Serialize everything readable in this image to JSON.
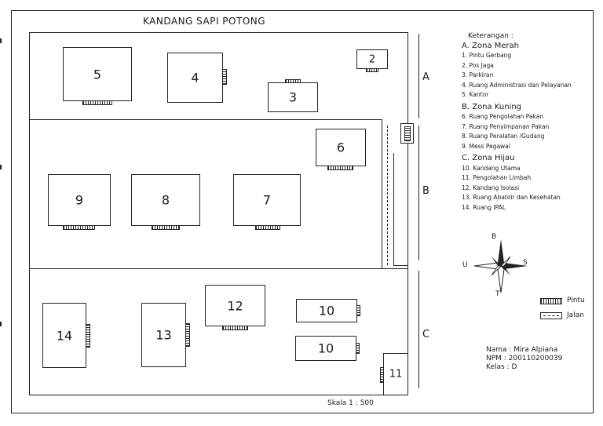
{
  "title": "KANDANG SAPI POTONG",
  "zones": {
    "a": "A",
    "b": "B",
    "c": "C"
  },
  "buildings": {
    "b2": "2",
    "b3": "3",
    "b4": "4",
    "b5": "5",
    "b6": "6",
    "b7": "7",
    "b8": "8",
    "b9": "9",
    "b10a": "10",
    "b10b": "10",
    "b11": "11",
    "b12": "12",
    "b13": "13",
    "b14": "14"
  },
  "legend": {
    "heading": "Keterangan :",
    "zone_a": "A. Zona Merah",
    "a_items": [
      "1. Pintu Gerbang",
      "2. Pos Jaga",
      "3. Parkiran",
      "4. Ruang Administrasi dan Pelayanan",
      "5. Kantor"
    ],
    "zone_b": "B. Zona Kuning",
    "b_items": [
      "6. Ruang Pengolahan Pakan",
      "7. Ruang Penyimpanan Pakan",
      "8. Ruang Peralatan /Gudang",
      "9. Mess Pegawai"
    ],
    "zone_c": "C. Zona Hijau",
    "c_items": [
      "10. Kandang Utama",
      "11. Pengolahan Limbah",
      "12. Kandang Isolasi",
      "13. Ruang Abatoir dan Kesehatan",
      "14. Ruang IPAL"
    ]
  },
  "compass": {
    "n": "B",
    "s": "T",
    "w": "U",
    "e": "S"
  },
  "symbols": {
    "door": "Pintu",
    "road": "Jalan"
  },
  "identity": {
    "name": "Nama : Mira Alpiana",
    "npm": "NPM    : 200110200039",
    "kelas": "Kelas  : D"
  },
  "scale": "Skala    1 : 500"
}
